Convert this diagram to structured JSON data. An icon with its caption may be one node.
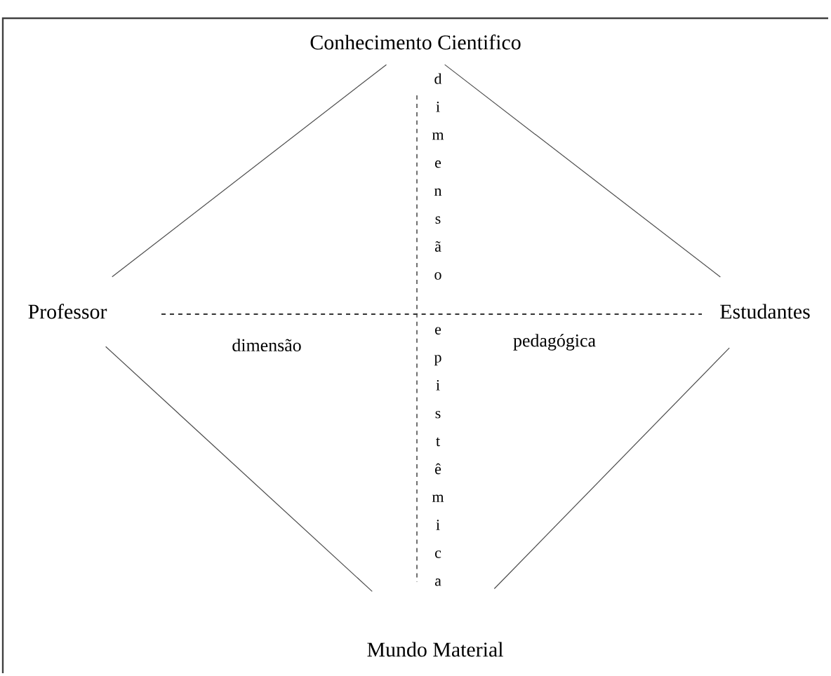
{
  "diagram": {
    "nodes": [
      {
        "text": [
          "Conhecimento Cientifico"
        ]
      },
      {
        "text": [
          "Professor"
        ]
      },
      {
        "text": [
          "Estudantes"
        ]
      },
      {
        "text": [
          "Mundo Material"
        ]
      }
    ],
    "edges": [
      {
        "from": 0,
        "to": 1,
        "arrow": "none"
      },
      {
        "from": 0,
        "to": 2,
        "arrow": "none"
      },
      {
        "from": 1,
        "to": 3,
        "arrow": "none"
      },
      {
        "from": 2,
        "to": 3,
        "arrow": "none"
      }
    ],
    "labels": [
      "dimensão",
      "dimensão",
      "pedagógica",
      "epistêmica"
    ]
  }
}
